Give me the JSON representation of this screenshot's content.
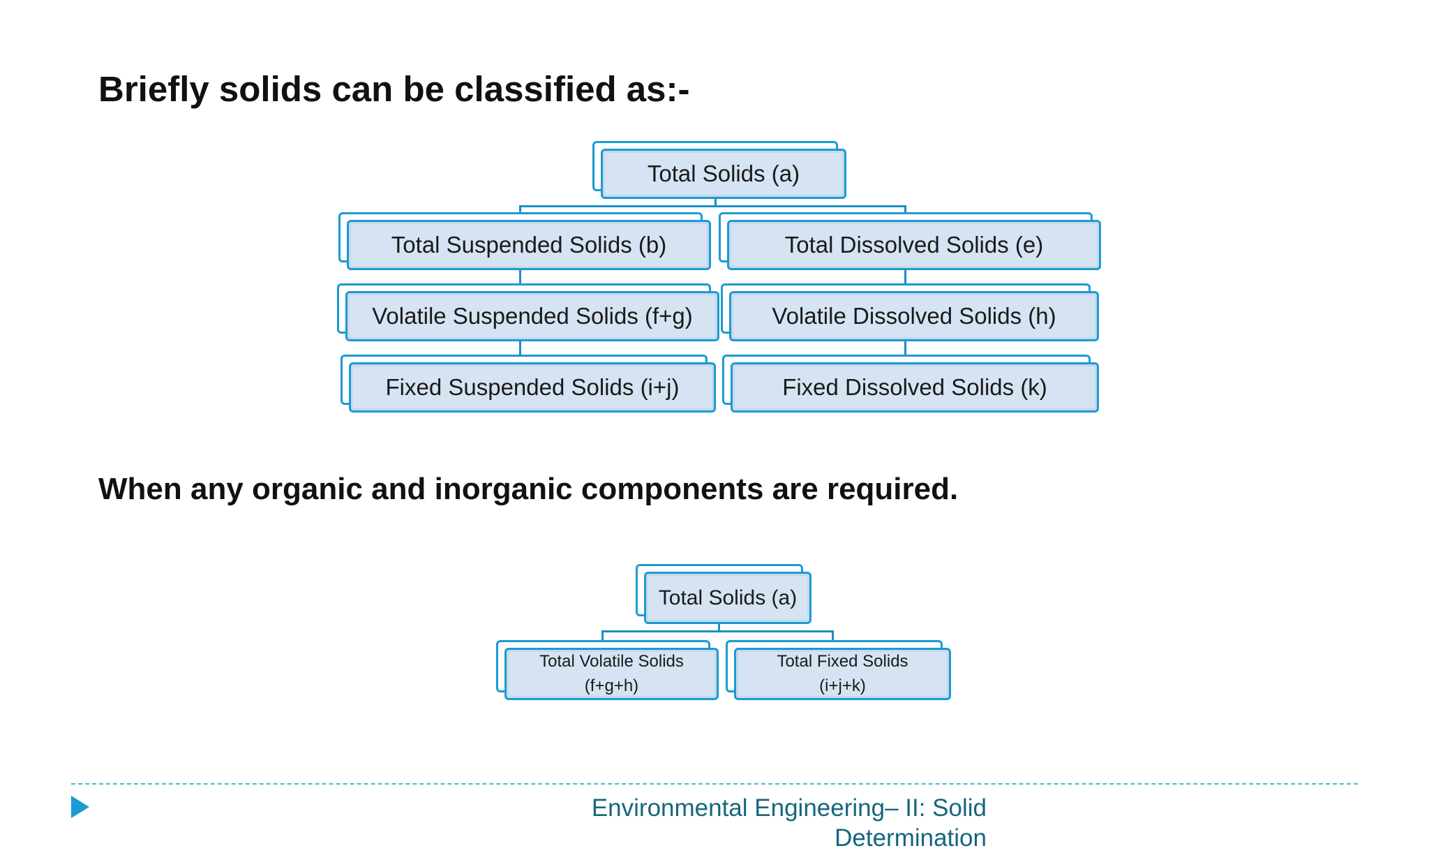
{
  "heading1": "Briefly solids can be classified as:-",
  "heading2": "When any organic and inorganic components are required.",
  "tree1": {
    "root": "Total Solids (a)",
    "left": [
      "Total Suspended Solids (b)",
      "Volatile Suspended Solids (f+g)",
      "Fixed Suspended Solids (i+j)"
    ],
    "right": [
      "Total Dissolved Solids (e)",
      "Volatile Dissolved Solids (h)",
      "Fixed Dissolved Solids (k)"
    ]
  },
  "tree2": {
    "root": "Total Solids (a)",
    "children": [
      {
        "line1": "Total Volatile Solids",
        "line2": "(f+g+h)"
      },
      {
        "line1": "Total Fixed Solids",
        "line2": "(i+j+k)"
      }
    ]
  },
  "footer": {
    "line1": "Environmental Engineering– II: Solid",
    "line2": "Determination",
    "accent_color": "#1b9bd1"
  }
}
